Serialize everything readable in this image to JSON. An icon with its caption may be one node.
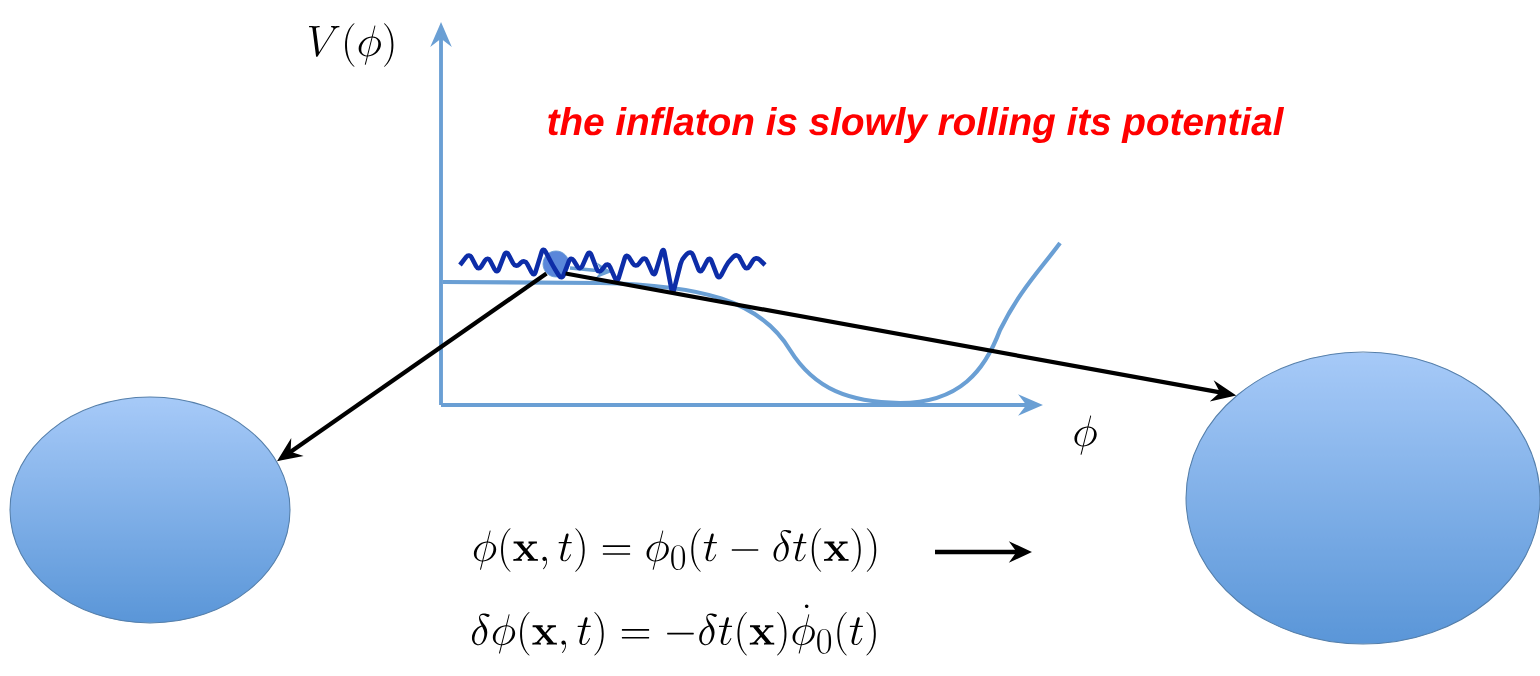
{
  "diagram": {
    "nodes": [
      {
        "text": [],
        "shape": "ellipse"
      },
      {
        "text": [],
        "shape": "circle"
      },
      {
        "text": [],
        "shape": "ellipse"
      }
    ],
    "edges": [
      {
        "from": 1,
        "to": 0,
        "arrow": "to"
      },
      {
        "from": 1,
        "to": 2,
        "arrow": "to"
      }
    ],
    "labels": [
      "V(\\phi)",
      "the inflaton is slowly rolling its potential",
      "\\phi",
      "\\phi(\\mathbf{x},t) = \\phi_0(t-\\delta t(\\mathbf{x}))",
      "\\delta\\phi(\\mathbf{x},t) = -\\delta t(\\mathbf{x})\\dot{\\phi}_0(t)"
    ]
  }
}
